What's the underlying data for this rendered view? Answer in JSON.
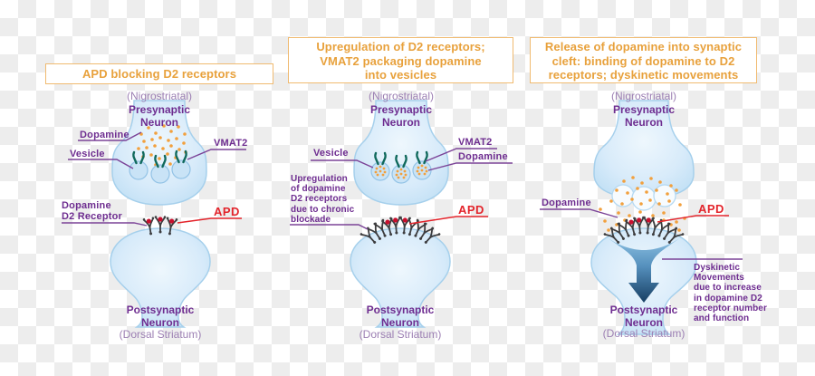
{
  "colors": {
    "title_text": "#e8a13c",
    "title_border": "#f0ba70",
    "label_purple": "#6e2d90",
    "muted_purple": "#9c7fb3",
    "apd_red": "#e3242b",
    "connector_purple": "#7b4397",
    "neuron_fill": "#d5eafa",
    "neuron_stroke": "#a6d0ec",
    "vmat2_teal": "#10695c",
    "dopamine_dot_orange": "#f2a03d",
    "apd_dot_red": "#c8102e",
    "receptor_dark": "#3d3d3f",
    "funnel_dark_blue": "#173f63"
  },
  "panels": [
    {
      "title": "APD blocking D2 receptors",
      "region_top": "(Nigrostriatal)",
      "presynaptic": "Presynaptic\nNeuron",
      "postsynaptic": "Postsynaptic\nNeuron",
      "region_bottom": "(Dorsal Striatum)",
      "labels": {
        "dopamine": "Dopamine",
        "vesicle": "Vesicle",
        "vmat2": "VMAT2",
        "d2_receptor": "Dopamine\nD2 Receptor",
        "apd": "APD"
      }
    },
    {
      "title": "Upregulation of D2 receptors;\nVMAT2 packaging dopamine\ninto vesicles",
      "region_top": "(Nigrostriatal)",
      "presynaptic": "Presynaptic\nNeuron",
      "postsynaptic": "Postsynaptic\nNeuron",
      "region_bottom": "(Dorsal Striatum)",
      "labels": {
        "vesicle": "Vesicle",
        "vmat2": "VMAT2",
        "dopamine": "Dopamine",
        "upregulation_note": "Upregulation\nof dopamine\nD2 receptors\ndue to chronic\nblockade",
        "apd": "APD"
      }
    },
    {
      "title": "Release of dopamine into synaptic\ncleft: binding of dopamine to D2\nreceptors; dyskinetic movements",
      "region_top": "(Nigrostriatal)",
      "presynaptic": "Presynaptic\nNeuron",
      "postsynaptic": "Postsynaptic\nNeuron",
      "region_bottom": "(Dorsal Striatum)",
      "labels": {
        "dopamine": "Dopamine",
        "apd": "APD",
        "dyskinetic_note": "Dyskinetic\nMovements\ndue to increase\nin dopamine D2\nreceptor number\nand function"
      }
    }
  ]
}
